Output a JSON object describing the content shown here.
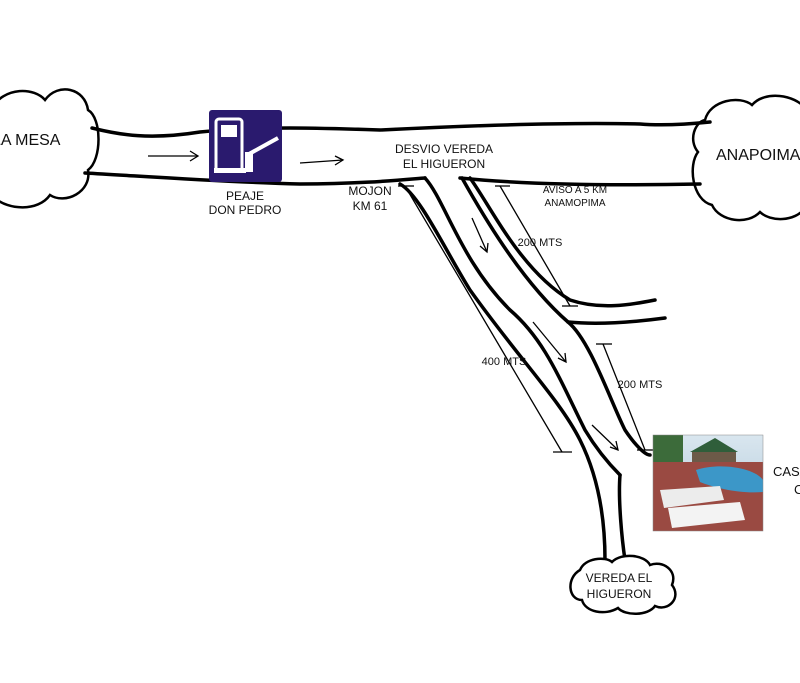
{
  "places": {
    "left_town": "LA MESA",
    "right_town": "ANAPOIMA",
    "destination": "VEREDA EL HIGUERON",
    "destination_line1": "VEREDA EL",
    "destination_line2": "HIGUERON",
    "house_partial": "CASA",
    "house_partial2": "C"
  },
  "toll": {
    "name_line1": "PEAJE",
    "name_line2": "DON PEDRO",
    "icon": "toll-booth-icon",
    "icon_color": "#2a1a6e"
  },
  "junction": {
    "line1": "DESVIO VEREDA",
    "line2": "EL HIGUERON"
  },
  "marker": {
    "line1": "MOJON",
    "line2": "KM 61"
  },
  "notice": {
    "line1": "AVISO A 5 KM",
    "line2": "ANAMOPIMA"
  },
  "distances": {
    "first_branch": "200 MTS",
    "second_branch": "200 MTS",
    "main_branch": "400  MTS"
  },
  "photo": {
    "subject": "house-pool-photo"
  }
}
